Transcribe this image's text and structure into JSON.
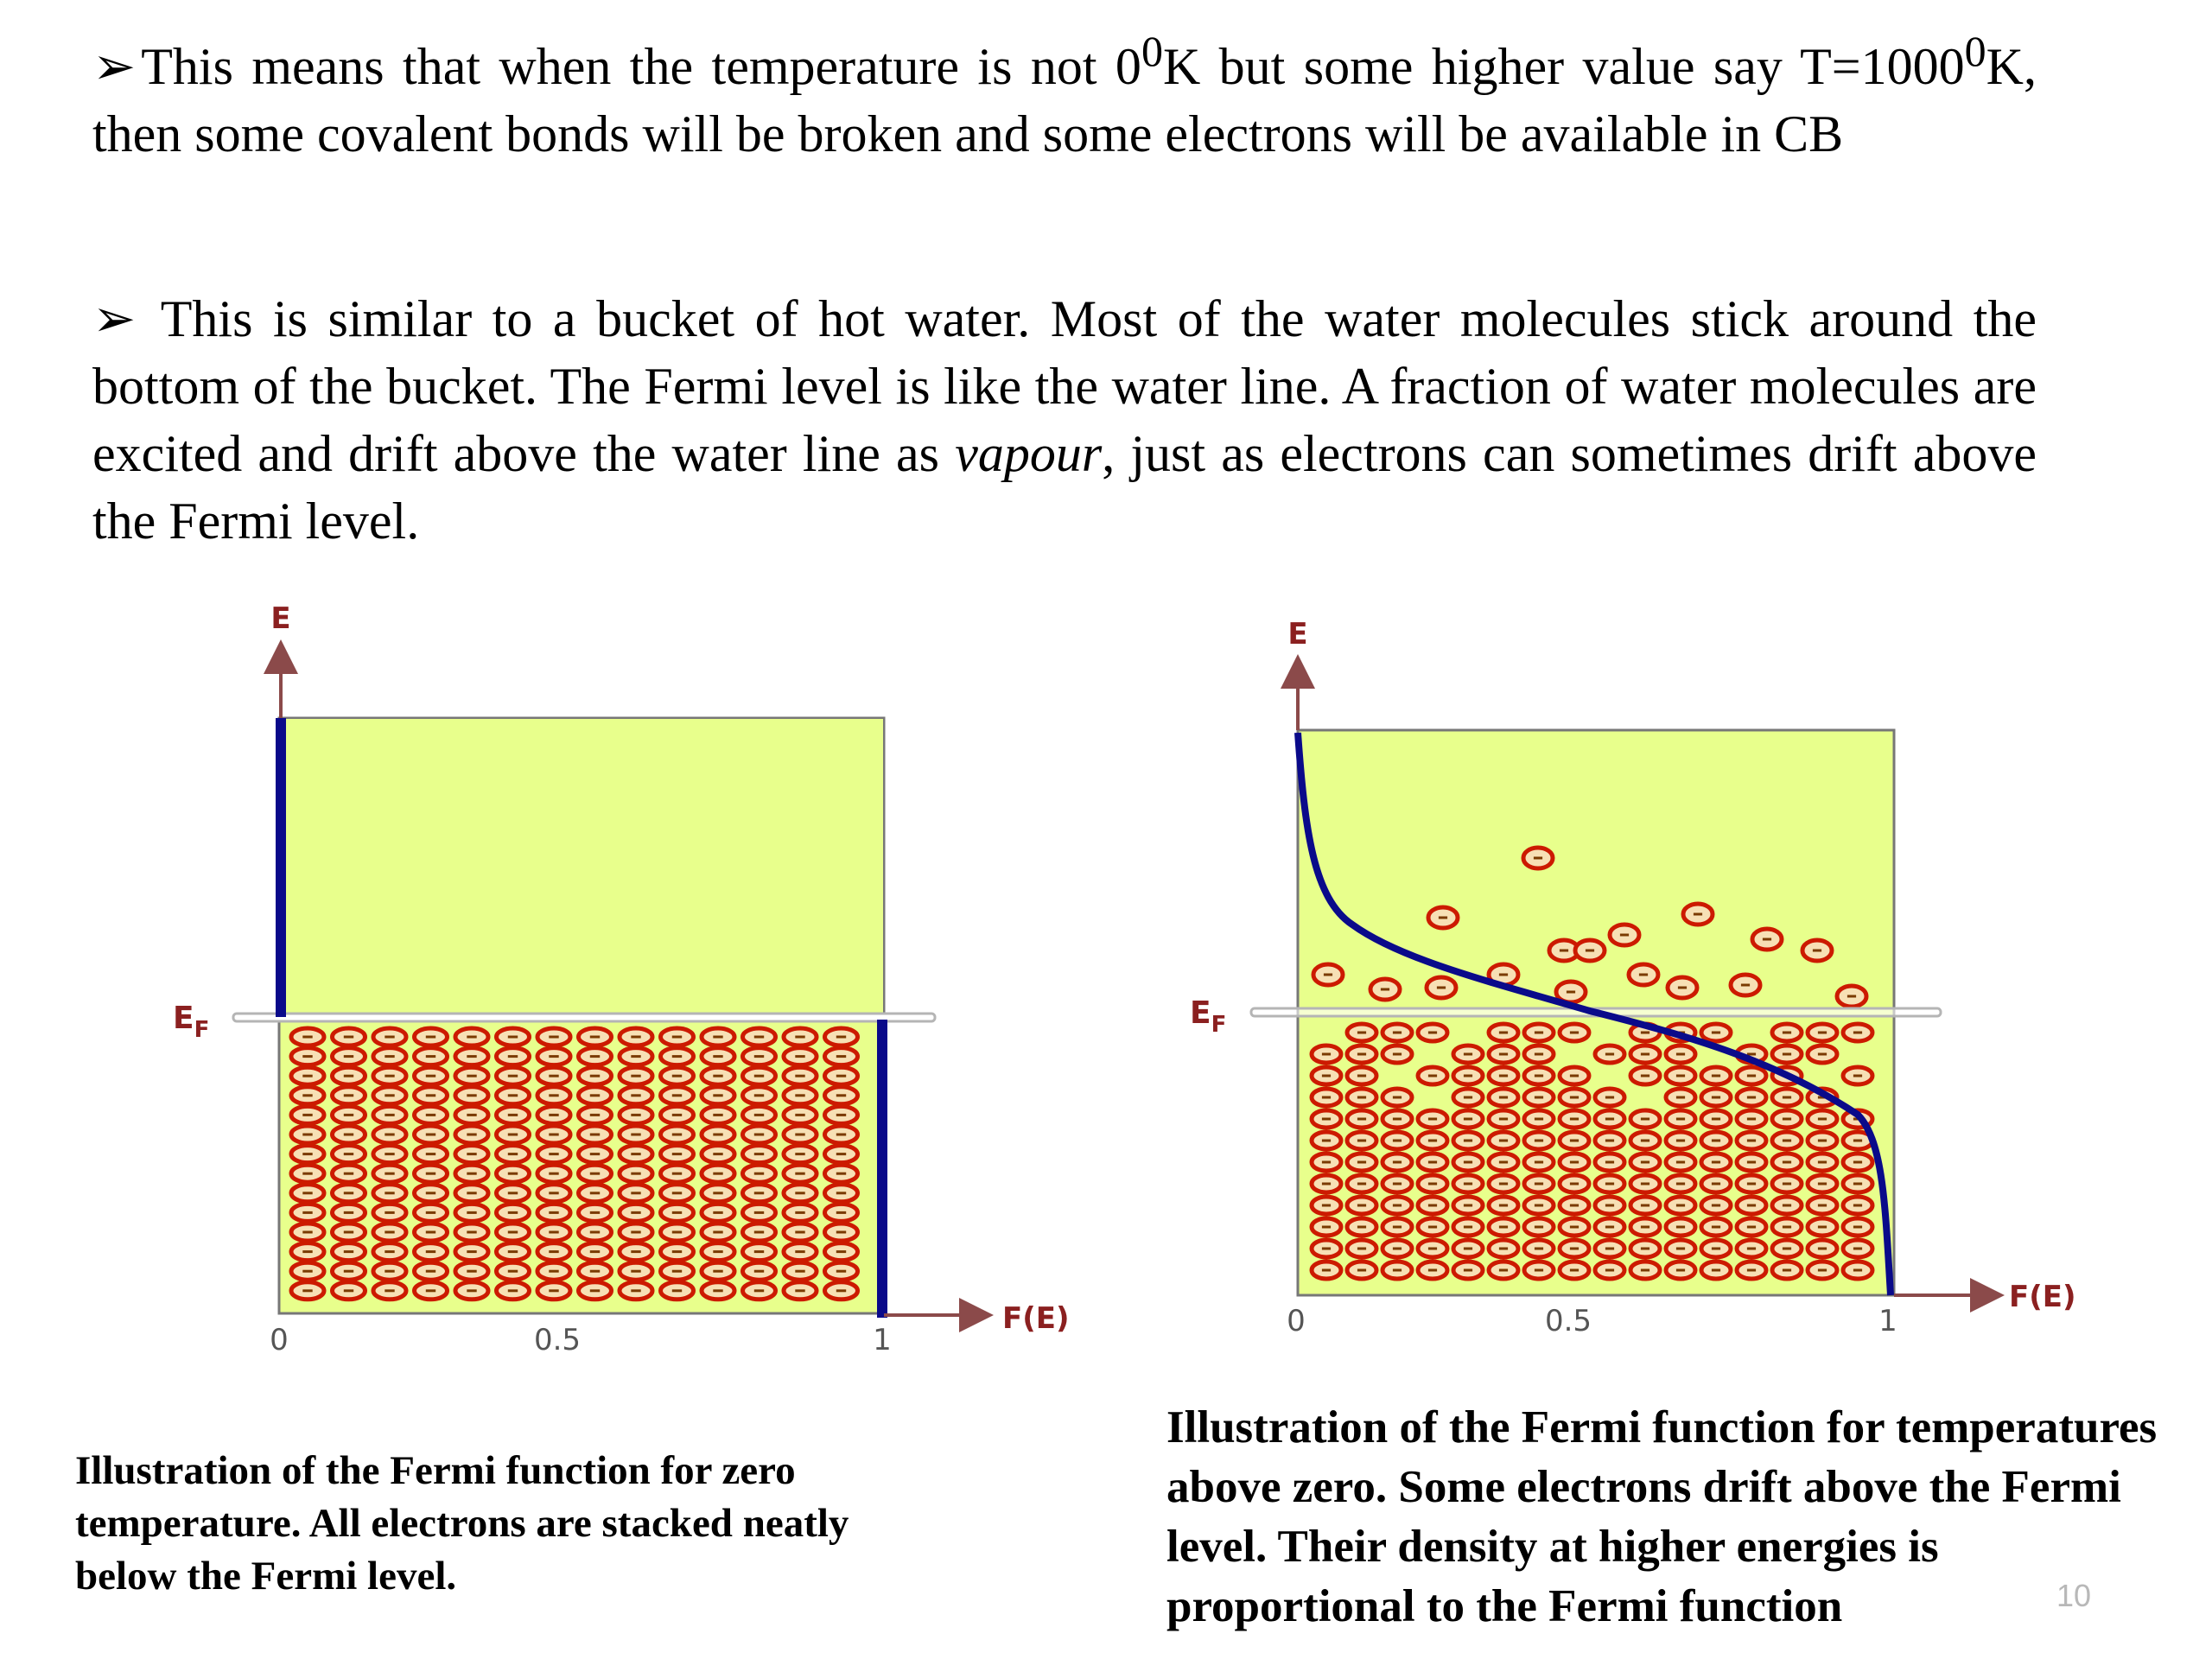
{
  "paragraph1": {
    "bullet": "➢",
    "text_a": "This means that when the temperature is not 0",
    "sup_a": "0",
    "text_b": "K but some higher value say T=1000",
    "sup_b": "0",
    "text_c": "K, then some covalent bonds will be broken and some electrons will be available in CB"
  },
  "paragraph2": {
    "bullet": "➢",
    "text_a": "This is similar to a bucket of hot water. Most of the water molecules stick around the bottom of the bucket. The Fermi level is like the water line. A fraction of water molecules are excited and drift above the water line as ",
    "italic": "vapour",
    "text_b": ", just as electrons can sometimes drift above the Fermi level."
  },
  "diagram_left": {
    "y_axis_label": "E",
    "x_axis_label": "F(E)",
    "fermi_label": "E",
    "fermi_label_sub": "F",
    "ticks": [
      "0",
      "0.5",
      "1"
    ],
    "caption": "Illustration of the Fermi function for zero temperature. All electrons are stacked neatly below the Fermi level."
  },
  "diagram_right": {
    "y_axis_label": "E",
    "x_axis_label": "F(E)",
    "fermi_label": "E",
    "fermi_label_sub": "F",
    "ticks": [
      "0",
      "0.5",
      "1"
    ],
    "caption": "Illustration of the Fermi function for temperatures above zero. Some electrons drift above the Fermi level. Their density at higher energies is proportional to the Fermi function"
  },
  "slide_number": "10",
  "colors": {
    "box_fill": "#e8ff8c",
    "electron_fill": "#f7e0b5",
    "electron_stroke": "#cc1a00",
    "curve": "#0a0a8a",
    "axis": "#8b4a4a",
    "fermi_line": "#b5b5b5"
  }
}
